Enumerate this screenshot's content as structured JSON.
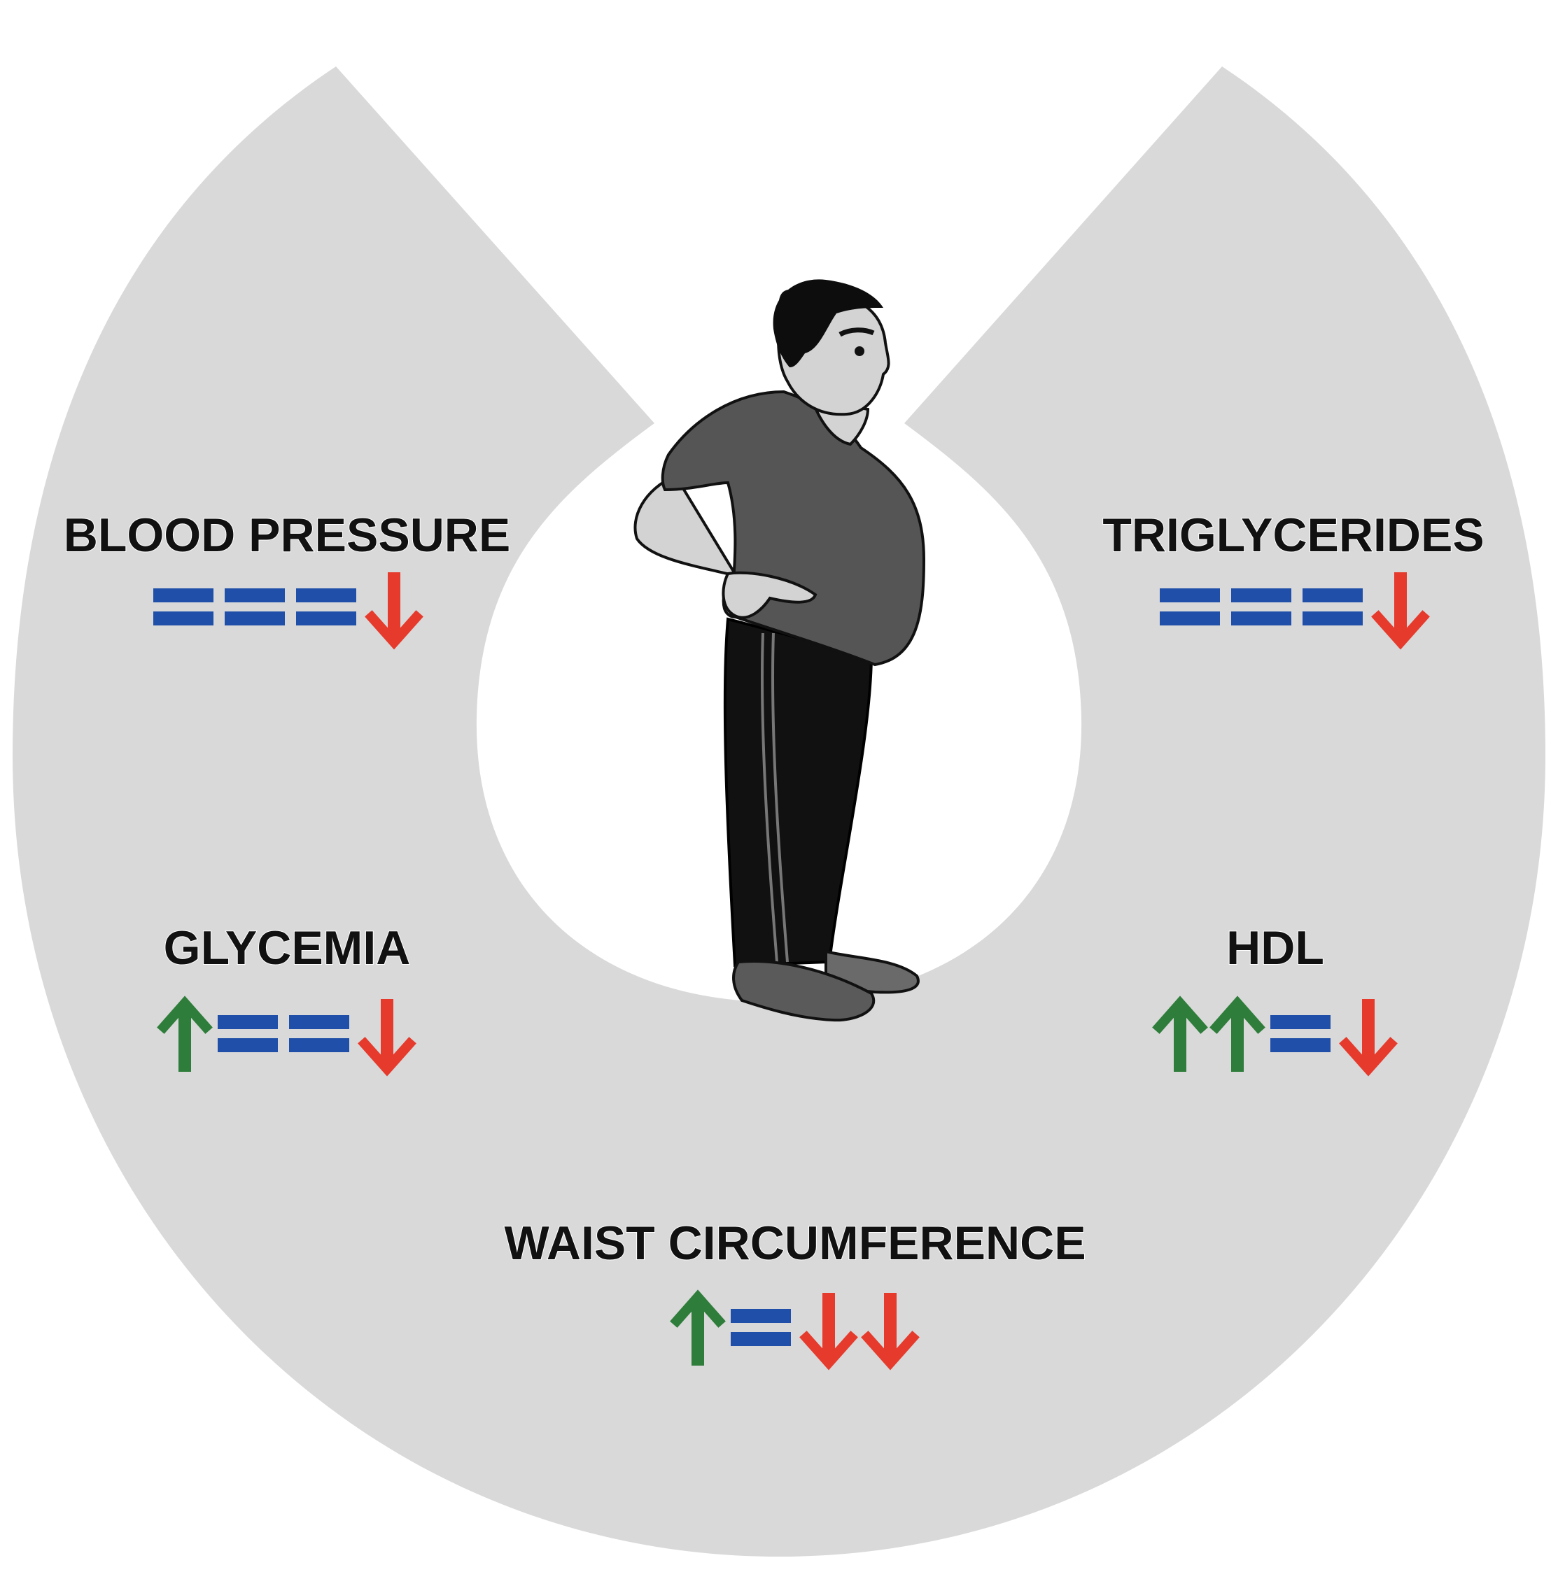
{
  "colors": {
    "ring": "#d9d9d9",
    "background": "#ffffff",
    "up": "#2e7d3a",
    "equal": "#1f4fa8",
    "down": "#e53a2c",
    "label": "#111111",
    "shirt": "#555555",
    "pants": "#111111",
    "skin": "#d3d3d3",
    "hair": "#0d0d0d",
    "shoes": "#5a5a5a"
  },
  "figure": {
    "icon": "standing-overweight-man-icon"
  },
  "parameters": [
    {
      "id": "blood-pressure",
      "label": "BLOOD PRESSURE",
      "indicators": [
        "equal",
        "equal",
        "equal",
        "down"
      ]
    },
    {
      "id": "triglycerides",
      "label": "TRIGLYCERIDES",
      "indicators": [
        "equal",
        "equal",
        "equal",
        "down"
      ]
    },
    {
      "id": "glycemia",
      "label": "GLYCEMIA",
      "indicators": [
        "up",
        "equal",
        "equal",
        "down"
      ]
    },
    {
      "id": "hdl",
      "label": "HDL",
      "indicators": [
        "up",
        "up",
        "equal",
        "down"
      ]
    },
    {
      "id": "waist-circumference",
      "label": "WAIST CIRCUMFERENCE",
      "indicators": [
        "up",
        "equal",
        "down",
        "down"
      ]
    }
  ]
}
